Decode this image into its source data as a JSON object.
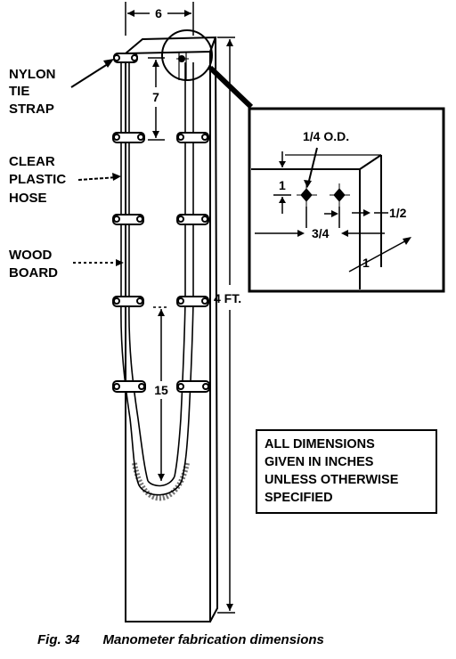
{
  "labels": {
    "nylon_tie_strap": [
      "NYLON",
      "TIE",
      "STRAP"
    ],
    "clear_plastic_hose": [
      "CLEAR",
      "PLASTIC",
      "HOSE"
    ],
    "wood_board": [
      "WOOD",
      "BOARD"
    ]
  },
  "dimensions": {
    "width": "6",
    "strap_spacing": "7",
    "height": "4 FT.",
    "u_tube": "15"
  },
  "detail": {
    "tube_od": "1/4 O.D.",
    "top_offset": "1",
    "edge_offset": "1/2",
    "spacing": "3/4",
    "board_thickness": "1"
  },
  "note": [
    "ALL DIMENSIONS",
    "GIVEN IN INCHES",
    "UNLESS OTHERWISE",
    "SPECIFIED"
  ],
  "caption": {
    "figure": "Fig. 34",
    "title": "Manometer fabrication dimensions"
  }
}
